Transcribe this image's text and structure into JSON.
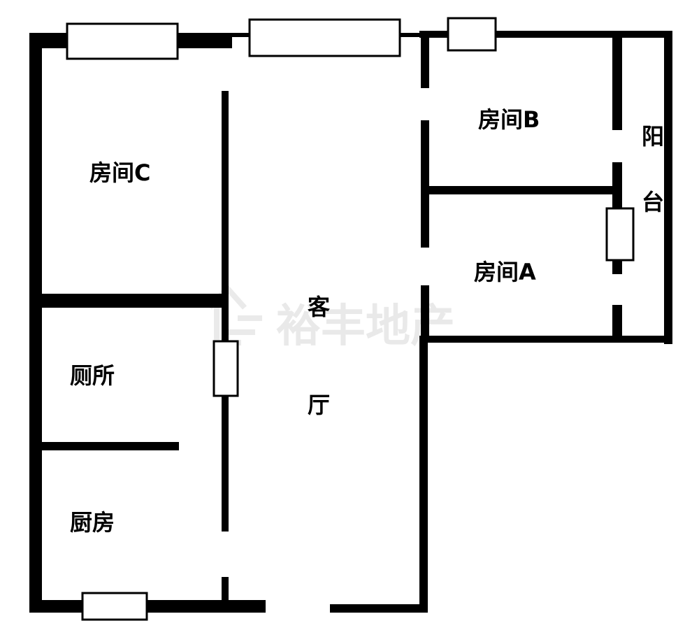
{
  "rooms": {
    "room_c": "房间C",
    "room_b": "房间B",
    "room_a": "房间A",
    "living_1": "客",
    "living_2": "厅",
    "toilet": "厕所",
    "kitchen": "厨房",
    "balcony_1": "阳",
    "balcony_2": "台"
  },
  "watermark": {
    "text": "裕丰地产"
  },
  "colors": {
    "wall": "#000000",
    "background": "#ffffff",
    "watermark": "#d0d0d0"
  }
}
